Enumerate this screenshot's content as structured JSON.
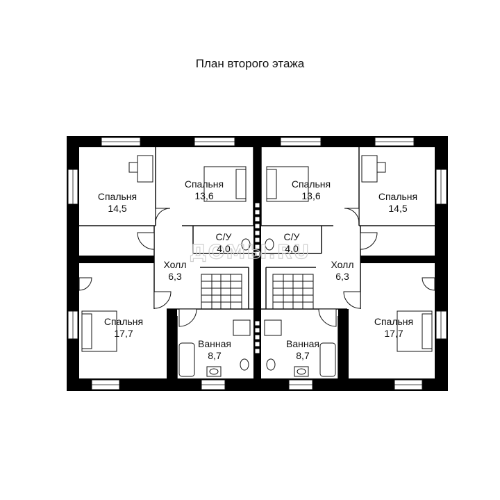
{
  "title": "План второго этажа",
  "watermark": "ДОМЫ.RU",
  "rooms": [
    {
      "id": "bedroom-nw",
      "label": "Спальня",
      "area": "14,5"
    },
    {
      "id": "bedroom-nc-left",
      "label": "Спальня",
      "area": "13,6"
    },
    {
      "id": "bedroom-nc-right",
      "label": "Спальня",
      "area": "13,6"
    },
    {
      "id": "bedroom-ne",
      "label": "Спальня",
      "area": "14,5"
    },
    {
      "id": "wc-left",
      "label": "С/У",
      "area": "4,0"
    },
    {
      "id": "wc-right",
      "label": "С/У",
      "area": "4,0"
    },
    {
      "id": "hall-left",
      "label": "Холл",
      "area": "6,3"
    },
    {
      "id": "hall-right",
      "label": "Холл",
      "area": "6,3"
    },
    {
      "id": "bedroom-sw",
      "label": "Спальня",
      "area": "17,7"
    },
    {
      "id": "bedroom-se",
      "label": "Спальня",
      "area": "17,7"
    },
    {
      "id": "bath-left",
      "label": "Ванная",
      "area": "8,7"
    },
    {
      "id": "bath-right",
      "label": "Ванная",
      "area": "8,7"
    }
  ]
}
